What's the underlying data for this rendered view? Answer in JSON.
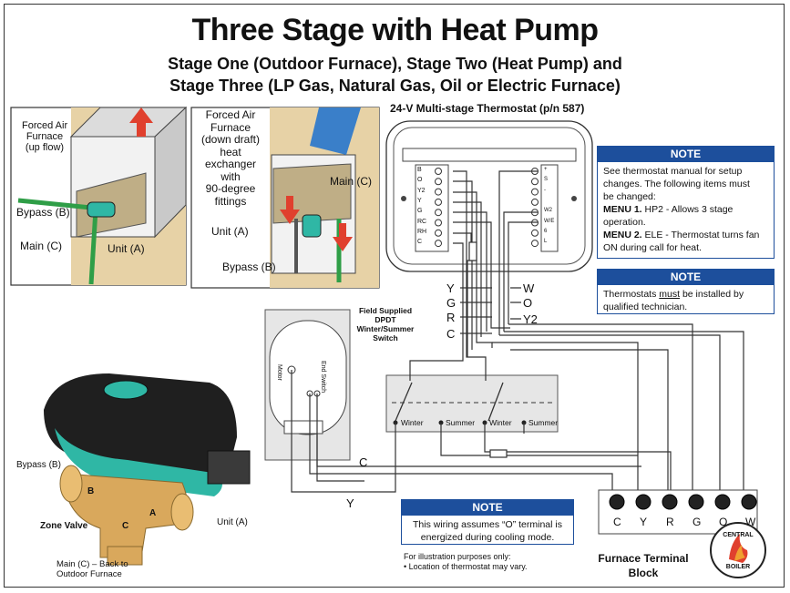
{
  "header": {
    "title": "Three Stage with Heat Pump",
    "subtitle_line1": "Stage One (Outdoor Furnace), Stage Two (Heat Pump) and",
    "subtitle_line2": "Stage Three (LP Gas, Natural Gas, Oil or Electric Furnace)"
  },
  "upflow": {
    "label_l1": "Forced Air",
    "label_l2": "Furnace",
    "label_l3": "(up flow)",
    "bypass": "Bypass (B)",
    "main": "Main (C)",
    "unit": "Unit (A)"
  },
  "downdraft": {
    "label_l1": "Forced Air",
    "label_l2": "Furnace",
    "label_l3": "(down draft)",
    "label_l4": "heat",
    "label_l5": "exchanger",
    "label_l6": "with",
    "label_l7": "90-degree",
    "label_l8": "fittings",
    "main": "Main (C)",
    "unit": "Unit (A)",
    "bypass": "Bypass (B)"
  },
  "thermostat": {
    "title": "24-V Multi-stage Thermostat (p/n 587)",
    "left_terminals": [
      "B",
      "O",
      "Y2",
      "Y",
      "G",
      "RC",
      "RH",
      "C"
    ],
    "right_terminals": [
      "+",
      "S",
      "-",
      "",
      "W2",
      "W/E",
      "6",
      "L"
    ]
  },
  "wires": {
    "y": "Y",
    "g": "G",
    "r": "R",
    "c": "C",
    "w": "W",
    "o": "O",
    "y2": "Y2",
    "c_lower": "C",
    "y_lower": "Y"
  },
  "switch": {
    "label_l1": "Field Supplied",
    "label_l2": "DPDT",
    "label_l3": "Winter/Summer",
    "label_l4": "Switch",
    "winter1": "Winter",
    "summer1": "Summer",
    "winter2": "Winter",
    "summer2": "Summer"
  },
  "valve_box": {
    "motor_label": "Motor",
    "end_switch": "End Switch"
  },
  "zone_valve": {
    "bypass": "Bypass (B)",
    "zone": "Zone Valve",
    "main_l1": "Main (C) – Back to",
    "main_l2": "Outdoor Furnace",
    "unit": "Unit (A)",
    "port_b": "B",
    "port_c": "C",
    "port_a": "A"
  },
  "terminal_block": {
    "terminals": [
      "C",
      "Y",
      "R",
      "G",
      "O",
      "W"
    ],
    "label_l1": "Furnace Terminal",
    "label_l2": "Block"
  },
  "notes": {
    "note1_title": "NOTE",
    "note1_l1": "See thermostat manual for setup",
    "note1_l2": "changes. The following items must",
    "note1_l3": "be changed:",
    "note1_m1_key": "MENU 1.",
    "note1_m1_text": " HP2 - Allows 3 stage",
    "note1_m1_l2": "operation.",
    "note1_m2_key": "MENU 2.",
    "note1_m2_text": " ELE - Thermostat turns fan",
    "note1_m2_l2": "ON during call for heat.",
    "note2_title": "NOTE",
    "note2_l1a": "Thermostats ",
    "note2_l1b": "must",
    "note2_l1c": " be installed by",
    "note2_l2": "qualified technician.",
    "note3_title": "NOTE",
    "note3_l1": "This wiring assumes “O” terminal is",
    "note3_l2": "energized during cooling mode.",
    "illus_l1": "For illustration purposes only:",
    "illus_l2": "• Location of thermostat may vary."
  },
  "logo": {
    "text_l1": "CENTRAL",
    "text_l2": "BOILER"
  },
  "colors": {
    "note_blue": "#1d4f9c",
    "valve_teal": "#2fb7a5",
    "brass": "#d9a85c",
    "wall": "#e7d2a6",
    "pipe_green": "#2f9e47",
    "arrow_red": "#e0402e",
    "arrow_blue": "#3a7fc9"
  }
}
